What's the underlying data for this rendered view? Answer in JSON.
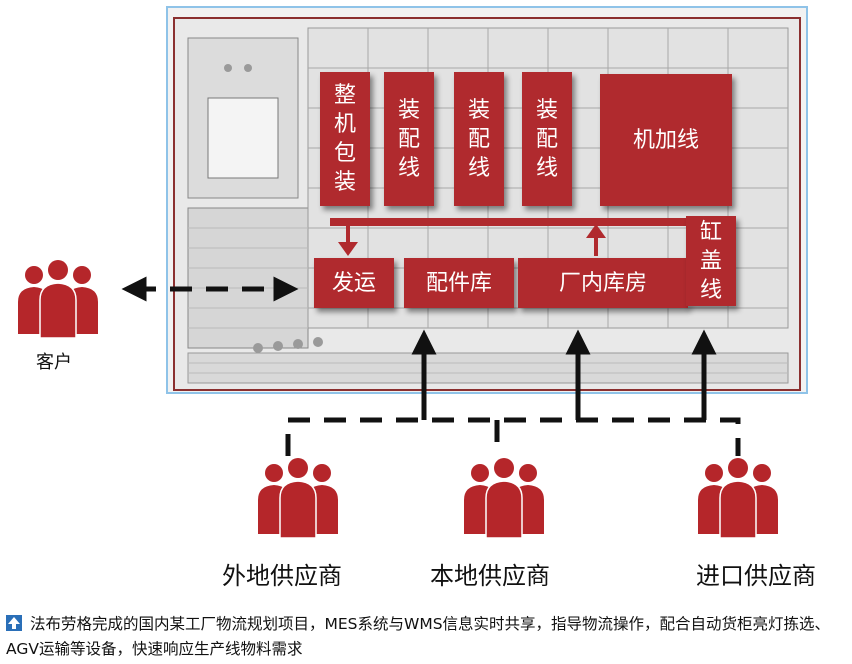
{
  "plan": {
    "blocks": {
      "packaging": "整\n机\n包\n装",
      "assembly1": "装\n配\n线",
      "assembly2": "装\n配\n线",
      "assembly3": "装\n配\n线",
      "machining": "机加线",
      "shipping": "发运",
      "parts_store": "配件库",
      "in_plant_warehouse": "厂内库房",
      "cylinder_cover": "缸\n盖\n线"
    }
  },
  "actors": {
    "customer": "客户",
    "remote_supplier": "外地供应商",
    "local_supplier": "本地供应商",
    "import_supplier": "进口供应商"
  },
  "caption": {
    "text": "法布劳格完成的国内某工厂物流规划项目，MES系统与WMS信息实时共享，指导物流操作，配合自动货柜亮灯拣选、AGV运输等设备，快速响应生产线物料需求"
  },
  "colors": {
    "block_red": "#b02a2e",
    "person_red": "#b5262a",
    "frame_blue": "#8fc3e8",
    "caption_icon": "#2a6fb8"
  }
}
